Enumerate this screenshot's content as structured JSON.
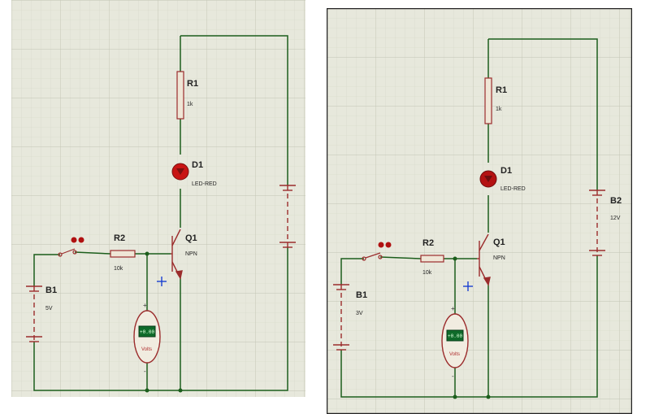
{
  "colors": {
    "background": "#e7e8dc",
    "grid_minor": "#d3d5c6",
    "grid_major": "#c2c4b3",
    "wire": "#1c5e1c",
    "component": "#9b2c2c",
    "led": "#c81414",
    "lcd": "#0f6b2a",
    "frame": "#222222"
  },
  "icons": {
    "probe": "blue-cross-probe-icon",
    "switch": "switch-with-red-buttons-icon"
  },
  "left_circuit": {
    "r1": {
      "name": "R1",
      "value": "1k"
    },
    "d1": {
      "name": "D1",
      "value": "LED-RED"
    },
    "q1": {
      "name": "Q1",
      "value": "NPN"
    },
    "r2": {
      "name": "R2",
      "value": "10k"
    },
    "b1": {
      "name": "B1",
      "value": "5V"
    },
    "meter": {
      "reading": "+0.00",
      "unit": "Volts",
      "plus": "+",
      "minus": "-"
    }
  },
  "right_circuit": {
    "r1": {
      "name": "R1",
      "value": "1k"
    },
    "d1": {
      "name": "D1",
      "value": "LED-RED"
    },
    "q1": {
      "name": "Q1",
      "value": "NPN"
    },
    "r2": {
      "name": "R2",
      "value": "10k"
    },
    "b1": {
      "name": "B1",
      "value": "3V"
    },
    "b2": {
      "name": "B2",
      "value": "12V"
    },
    "meter": {
      "reading": "+0.00",
      "unit": "Volts",
      "plus": "+",
      "minus": "-"
    }
  }
}
